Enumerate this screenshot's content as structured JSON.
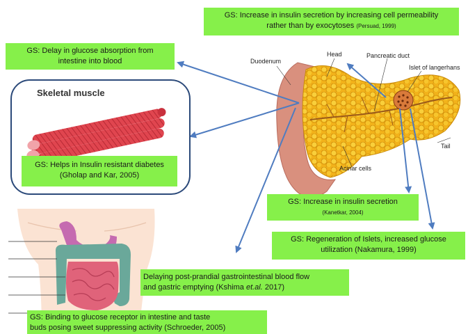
{
  "boxes": {
    "top": {
      "line1": "GS: Increase in insulin secretion by increasing cell permeability",
      "line2": "rather than by exocytoses",
      "cite": "(Persuad, 1999)"
    },
    "absorption": {
      "line1": "GS: Delay in glucose absorption from",
      "line2": "intestine into blood"
    },
    "muscle": {
      "title": "Skeletal muscle",
      "line1": "GS:  Helps in Insulin resistant diabetes",
      "line2": "(Gholap and Kar, 2005)"
    },
    "secretion": {
      "line1": "GS: Increase in insulin secretion",
      "cite": "(Kanetkar, 2004)"
    },
    "islets": {
      "line1": "GS: Regeneration of Islets, increased glucose",
      "line2": "utilization (Nakamura, 1999)"
    },
    "gastric": {
      "line1": "Delaying post-prandial gastrointestinal blood flow",
      "line2_pre": "and gastric emptying (Kshima ",
      "line2_em": "et.al.",
      "line2_post": " 2017)"
    },
    "receptor": {
      "line1": "GS: Binding to glucose receptor in intestine and taste",
      "line2": "buds posing sweet suppressing activity (Schroeder, 2005)"
    }
  },
  "pancreas_labels": {
    "duodenum": "Duodenum",
    "head": "Head",
    "duct": "Pancreatic duct",
    "islet": "Islet of langerhans",
    "tail": "Tail",
    "acinar": "Acinar cells"
  },
  "colors": {
    "box": "#86f04a",
    "arrow": "#4f7cc0",
    "panel_border": "#2c4a7a"
  }
}
